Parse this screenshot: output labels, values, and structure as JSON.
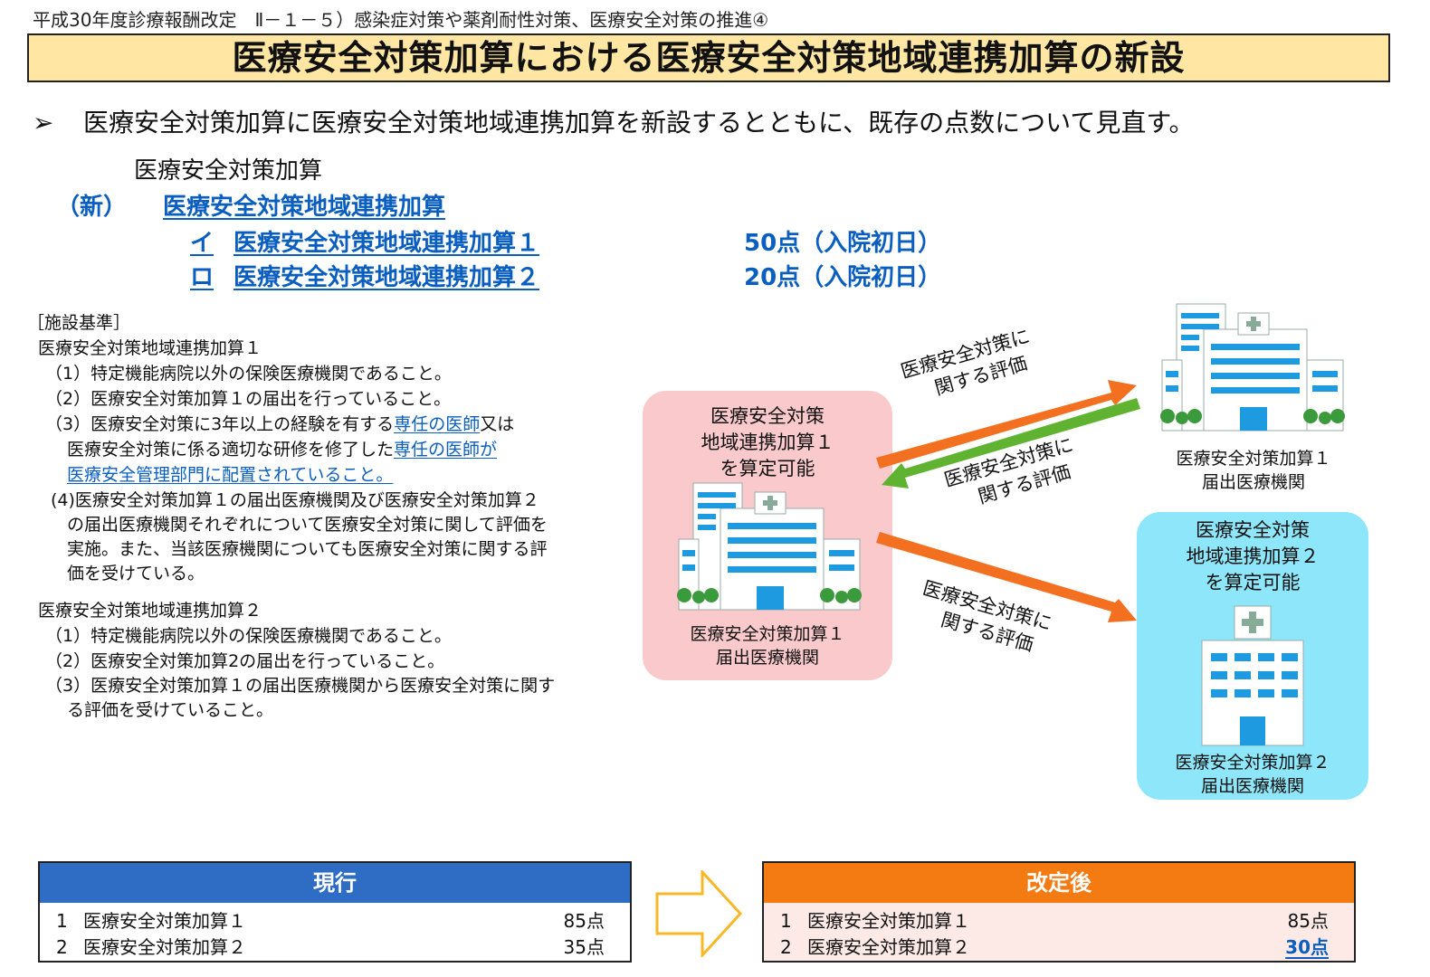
{
  "header": {
    "revision_line": "平成30年度診療報酬改定　Ⅱ－１－５）感染症対策や薬剤耐性対策、医療安全対策の推進④",
    "title": "医療安全対策加算における医療安全対策地域連携加算の新設"
  },
  "lead": {
    "bullet": "➢",
    "text": "医療安全対策加算に医療安全対策地域連携加算を新設するとともに、既存の点数について見直す。"
  },
  "fees": {
    "base": "医療安全対策加算",
    "new_tag": "（新）",
    "new_name": "医療安全対策地域連携加算",
    "items": [
      {
        "label": "イ",
        "name": "医療安全対策地域連携加算１",
        "points": "50点（入院初日）"
      },
      {
        "label": "ロ",
        "name": "医療安全対策地域連携加算２",
        "points": "20点（入院初日）"
      }
    ]
  },
  "criteria": {
    "heading": "［施設基準］",
    "sec1": {
      "title": "医療安全対策地域連携加算１",
      "l1": "（1）特定機能病院以外の保険医療機関であること。",
      "l2": "（2）医療安全対策加算１の届出を行っていること。",
      "l3a": "（3）医療安全対策に3年以上の経験を有する",
      "l3a_u": "専任の医師",
      "l3a_tail": "又は",
      "l3b": "医療安全対策に係る適切な研修を修了した",
      "l3b_u": "専任の医師が",
      "l3c_u": "医療安全管理部門に配置されていること。",
      "l4a": "(4)医療安全対策加算１の届出医療機関及び医療安全対策加算２",
      "l4b": "の届出医療機関それぞれについて医療安全対策に関して評価を",
      "l4c": "実施。また、当該医療機関についても医療安全対策に関する評",
      "l4d": "価を受けている。"
    },
    "sec2": {
      "title": "医療安全対策地域連携加算２",
      "l1": "（1）特定機能病院以外の保険医療機関であること。",
      "l2": "（2）医療安全対策加算2の届出を行っていること。",
      "l3a": "（3）医療安全対策加算１の届出医療機関から医療安全対策に関す",
      "l3b": "る評価を受けていること。"
    }
  },
  "diagram": {
    "center_box": {
      "l1": "医療安全対策",
      "l2": "地域連携加算１",
      "l3": "を算定可能",
      "f1": "医療安全対策加算１",
      "f2": "届出医療機関"
    },
    "top_right": {
      "f1": "医療安全対策加算１",
      "f2": "届出医療機関"
    },
    "right_box": {
      "l1": "医療安全対策",
      "l2": "地域連携加算２",
      "l3": "を算定可能",
      "f1": "医療安全対策加算２",
      "f2": "届出医療機関"
    },
    "arrow_top": {
      "l1": "医療安全対策に",
      "l2": "関する評価"
    },
    "arrow_mid": {
      "l1": "医療安全対策に",
      "l2": "関する評価"
    },
    "arrow_bot": {
      "l1": "医療安全対策に",
      "l2": "関する評価"
    },
    "colors": {
      "orange": "#f37021",
      "green": "#5fb331",
      "pink": "#f9c9cc",
      "cyan": "#8ee6fa"
    }
  },
  "tables": {
    "current": {
      "header": "現行",
      "header_color": "#2f6cc4",
      "rows": [
        {
          "no": "1",
          "name": "医療安全対策加算１",
          "points": "85点"
        },
        {
          "no": "2",
          "name": "医療安全対策加算２",
          "points": "35点"
        }
      ]
    },
    "revised": {
      "header": "改定後",
      "header_color": "#f47a12",
      "rows": [
        {
          "no": "1",
          "name": "医療安全対策加算１",
          "points": "85点"
        },
        {
          "no": "2",
          "name": "医療安全対策加算２",
          "points": "30点"
        }
      ]
    }
  }
}
